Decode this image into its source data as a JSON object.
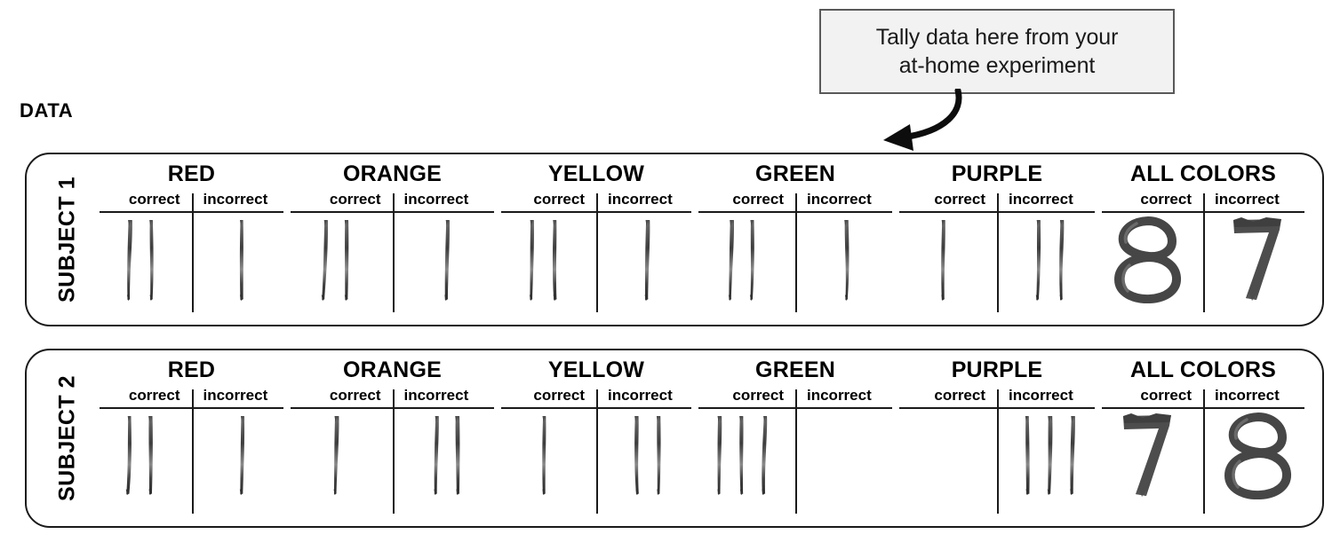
{
  "callout": {
    "line1": "Tally data here from your",
    "line2": "at-home experiment",
    "bg_color": "#f2f2f2",
    "border_color": "#595959",
    "arrow": "curved-arrow-pointing-down-left"
  },
  "section": {
    "heading": "DATA"
  },
  "columns": [
    {
      "key": "red",
      "title": "RED",
      "left_label": "correct",
      "right_label": "incorrect"
    },
    {
      "key": "orange",
      "title": "ORANGE",
      "left_label": "correct",
      "right_label": "incorrect"
    },
    {
      "key": "yellow",
      "title": "YELLOW",
      "left_label": "correct",
      "right_label": "incorrect"
    },
    {
      "key": "green",
      "title": "GREEN",
      "left_label": "correct",
      "right_label": "incorrect"
    },
    {
      "key": "purple",
      "title": "PURPLE",
      "left_label": "correct",
      "right_label": "incorrect"
    },
    {
      "key": "all",
      "title": "ALL COLORS",
      "left_label": "correct",
      "right_label": "incorrect"
    }
  ],
  "rows": [
    {
      "label": "SUBJECT 1",
      "cells": {
        "red": {
          "correct": 2,
          "incorrect": 1
        },
        "orange": {
          "correct": 2,
          "incorrect": 1
        },
        "yellow": {
          "correct": 2,
          "incorrect": 1
        },
        "green": {
          "correct": 2,
          "incorrect": 1
        },
        "purple": {
          "correct": 1,
          "incorrect": 2
        },
        "all": {
          "correct": "8",
          "incorrect": "7"
        }
      }
    },
    {
      "label": "SUBJECT 2",
      "cells": {
        "red": {
          "correct": 2,
          "incorrect": 1
        },
        "orange": {
          "correct": 1,
          "incorrect": 2
        },
        "yellow": {
          "correct": 1,
          "incorrect": 2
        },
        "green": {
          "correct": 3,
          "incorrect": 0
        },
        "purple": {
          "correct": 0,
          "incorrect": 3
        },
        "all": {
          "correct": "7",
          "incorrect": "8"
        }
      }
    }
  ],
  "chart_data": {
    "type": "table",
    "title": "DATA",
    "categories": [
      "RED",
      "ORANGE",
      "YELLOW",
      "GREEN",
      "PURPLE",
      "ALL COLORS"
    ],
    "subcolumns": [
      "correct",
      "incorrect"
    ],
    "series": [
      {
        "name": "SUBJECT 1",
        "values": [
          [
            2,
            1
          ],
          [
            2,
            1
          ],
          [
            2,
            1
          ],
          [
            2,
            1
          ],
          [
            1,
            2
          ],
          [
            8,
            7
          ]
        ]
      },
      {
        "name": "SUBJECT 2",
        "values": [
          [
            2,
            1
          ],
          [
            1,
            2
          ],
          [
            1,
            2
          ],
          [
            3,
            0
          ],
          [
            0,
            3
          ],
          [
            7,
            8
          ]
        ]
      }
    ],
    "notes": "Counts shown as hand-drawn tally marks; ALL COLORS totals written as hand-drawn digits."
  }
}
